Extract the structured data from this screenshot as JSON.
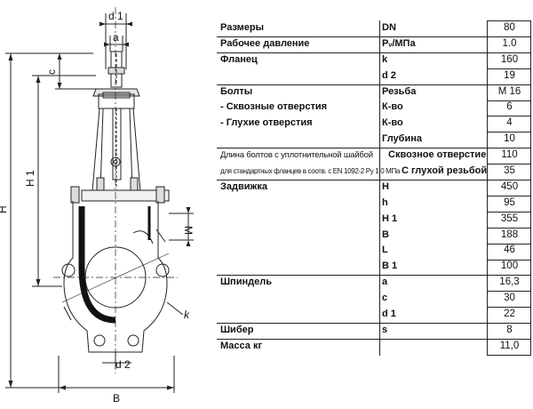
{
  "drawing": {
    "labels": {
      "d1": "d 1",
      "a": "a",
      "c": "c",
      "H1": "H 1",
      "H": "H",
      "M": "M",
      "k": "k",
      "d2": "d 2",
      "B": "B"
    }
  },
  "spec_table": {
    "rows": [
      {
        "param": "Размеры",
        "sub": "DN",
        "value": "80"
      },
      {
        "param": "Рабочее давление",
        "sub": "Pᵥ/МПа",
        "value": "1.0"
      },
      {
        "param": "Фланец",
        "sub": "k",
        "value": "160"
      },
      {
        "param": "",
        "sub": "d 2",
        "value": "19"
      },
      {
        "param": "Болты",
        "sub": "Резьба",
        "value": "M 16"
      },
      {
        "param": " - Сквозные отверстия",
        "sub": "К-во",
        "value": "6"
      },
      {
        "param": "- Глухие отверстия",
        "sub": "К-во",
        "value": "4"
      },
      {
        "param": "",
        "sub": "Глубина",
        "value": "10"
      },
      {
        "param": "Длина болтов с уплотнительной шайбой",
        "sub": "Сквозное отверстие",
        "value": "110"
      },
      {
        "param": "для стандартных фланцев в соотв. с EN 1092-2 Py 1.0 МПа",
        "sub": "С глухой резьбой",
        "value": "35"
      },
      {
        "param": "Задвижка",
        "sub": "H",
        "value": "450"
      },
      {
        "param": "",
        "sub": "h",
        "value": "95"
      },
      {
        "param": "",
        "sub": "H 1",
        "value": "355"
      },
      {
        "param": "",
        "sub": "B",
        "value": "188"
      },
      {
        "param": "",
        "sub": "L",
        "value": "46"
      },
      {
        "param": "",
        "sub": "B 1",
        "value": "100"
      },
      {
        "param": "Шпиндель",
        "sub": "a",
        "value": "16,3"
      },
      {
        "param": "",
        "sub": "c",
        "value": "30"
      },
      {
        "param": "",
        "sub": "d 1",
        "value": "22"
      },
      {
        "param": "Шибер",
        "sub": "s",
        "value": "8"
      },
      {
        "param": "Масса кг",
        "sub": "",
        "value": "11,0"
      }
    ]
  }
}
